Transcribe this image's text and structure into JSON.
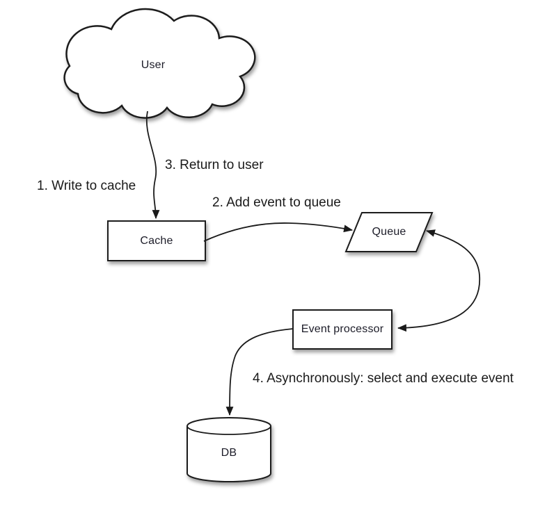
{
  "diagram": {
    "background_color": "#ffffff",
    "stroke_color": "#1a1a1a",
    "shape_fill_color": "#ffffff",
    "text_color": "#1a1a1a",
    "nodes": {
      "user": {
        "label": "User",
        "shape": "cloud"
      },
      "cache": {
        "label": "Cache",
        "shape": "rectangle"
      },
      "queue": {
        "label": "Queue",
        "shape": "parallelogram"
      },
      "event_processor": {
        "label": "Event processor",
        "shape": "rectangle"
      },
      "db": {
        "label": "DB",
        "shape": "cylinder"
      }
    },
    "annotations": {
      "step1": {
        "label": "1. Write to cache"
      },
      "step2": {
        "label": "2. Add event to queue"
      },
      "step3": {
        "label": "3. Return to user"
      },
      "step4": {
        "label": "4. Asynchronously: select and execute event"
      }
    },
    "edges": [
      {
        "from": "User",
        "to": "Cache",
        "arrowheads": "end"
      },
      {
        "from": "Cache",
        "to": "Queue",
        "arrowheads": "end"
      },
      {
        "from": "Queue",
        "to": "Event processor",
        "arrowheads": "both"
      },
      {
        "from": "Event processor",
        "to": "DB",
        "arrowheads": "end"
      }
    ]
  }
}
